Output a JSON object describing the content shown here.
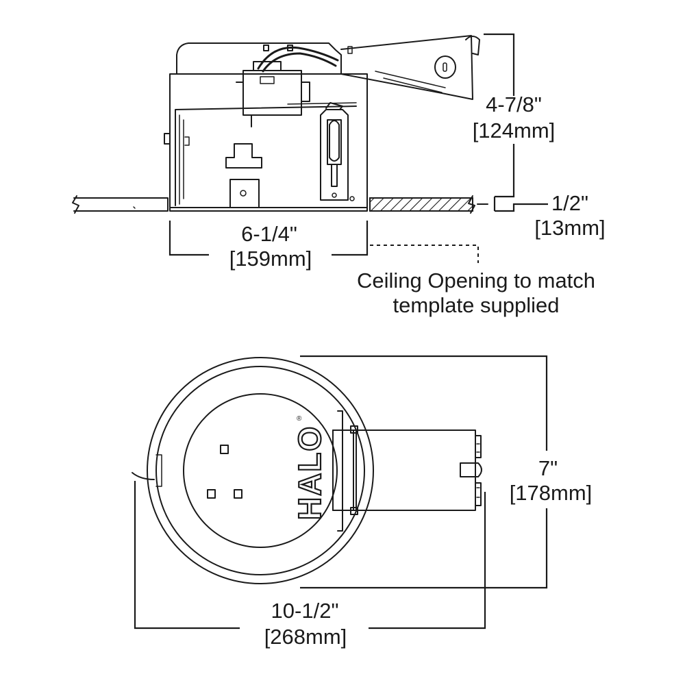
{
  "side_view": {
    "height_imperial": "4-7/8\"",
    "height_metric": "[124mm]",
    "ceiling_imperial": "1/2\"",
    "ceiling_metric": "[13mm]",
    "opening_imperial": "6-1/4\"",
    "opening_metric": "[159mm]",
    "note_line1": "Ceiling Opening to match",
    "note_line2": "template supplied"
  },
  "top_view": {
    "brand": "HALO",
    "brand_mark": "®",
    "depth_imperial": "7\"",
    "depth_metric": "[178mm]",
    "width_imperial": "10-1/2\"",
    "width_metric": "[268mm]"
  }
}
